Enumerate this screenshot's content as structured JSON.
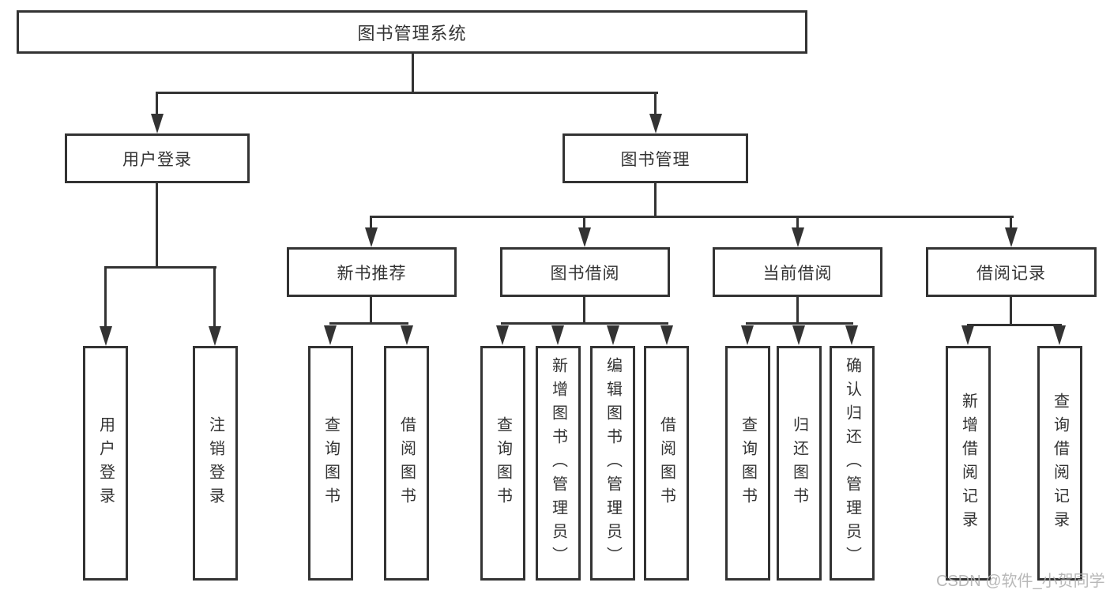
{
  "diagram": {
    "root": {
      "label": "图书管理系统"
    },
    "level2": [
      {
        "label": "用户登录"
      },
      {
        "label": "图书管理"
      }
    ],
    "level3": [
      {
        "label": "新书推荐"
      },
      {
        "label": "图书借阅"
      },
      {
        "label": "当前借阅"
      },
      {
        "label": "借阅记录"
      }
    ],
    "leaves": {
      "user_login": [
        "用户登录",
        "注销登录"
      ],
      "new_book_recommend": [
        "查询图书",
        "借阅图书"
      ],
      "book_borrow": [
        "查询图书",
        "新增图书（管理员）",
        "编辑图书（管理员）",
        "借阅图书"
      ],
      "current_borrow": [
        "查询图书",
        "归还图书",
        "确认归还（管理员）"
      ],
      "borrow_records": [
        "新增借阅记录",
        "查询借阅记录"
      ]
    }
  },
  "watermark": {
    "text": "CSDN @软件_小贺同学"
  },
  "colors": {
    "line": "#333333",
    "text": "#333333",
    "watermark": "#b2b2b2",
    "background": "#ffffff"
  }
}
